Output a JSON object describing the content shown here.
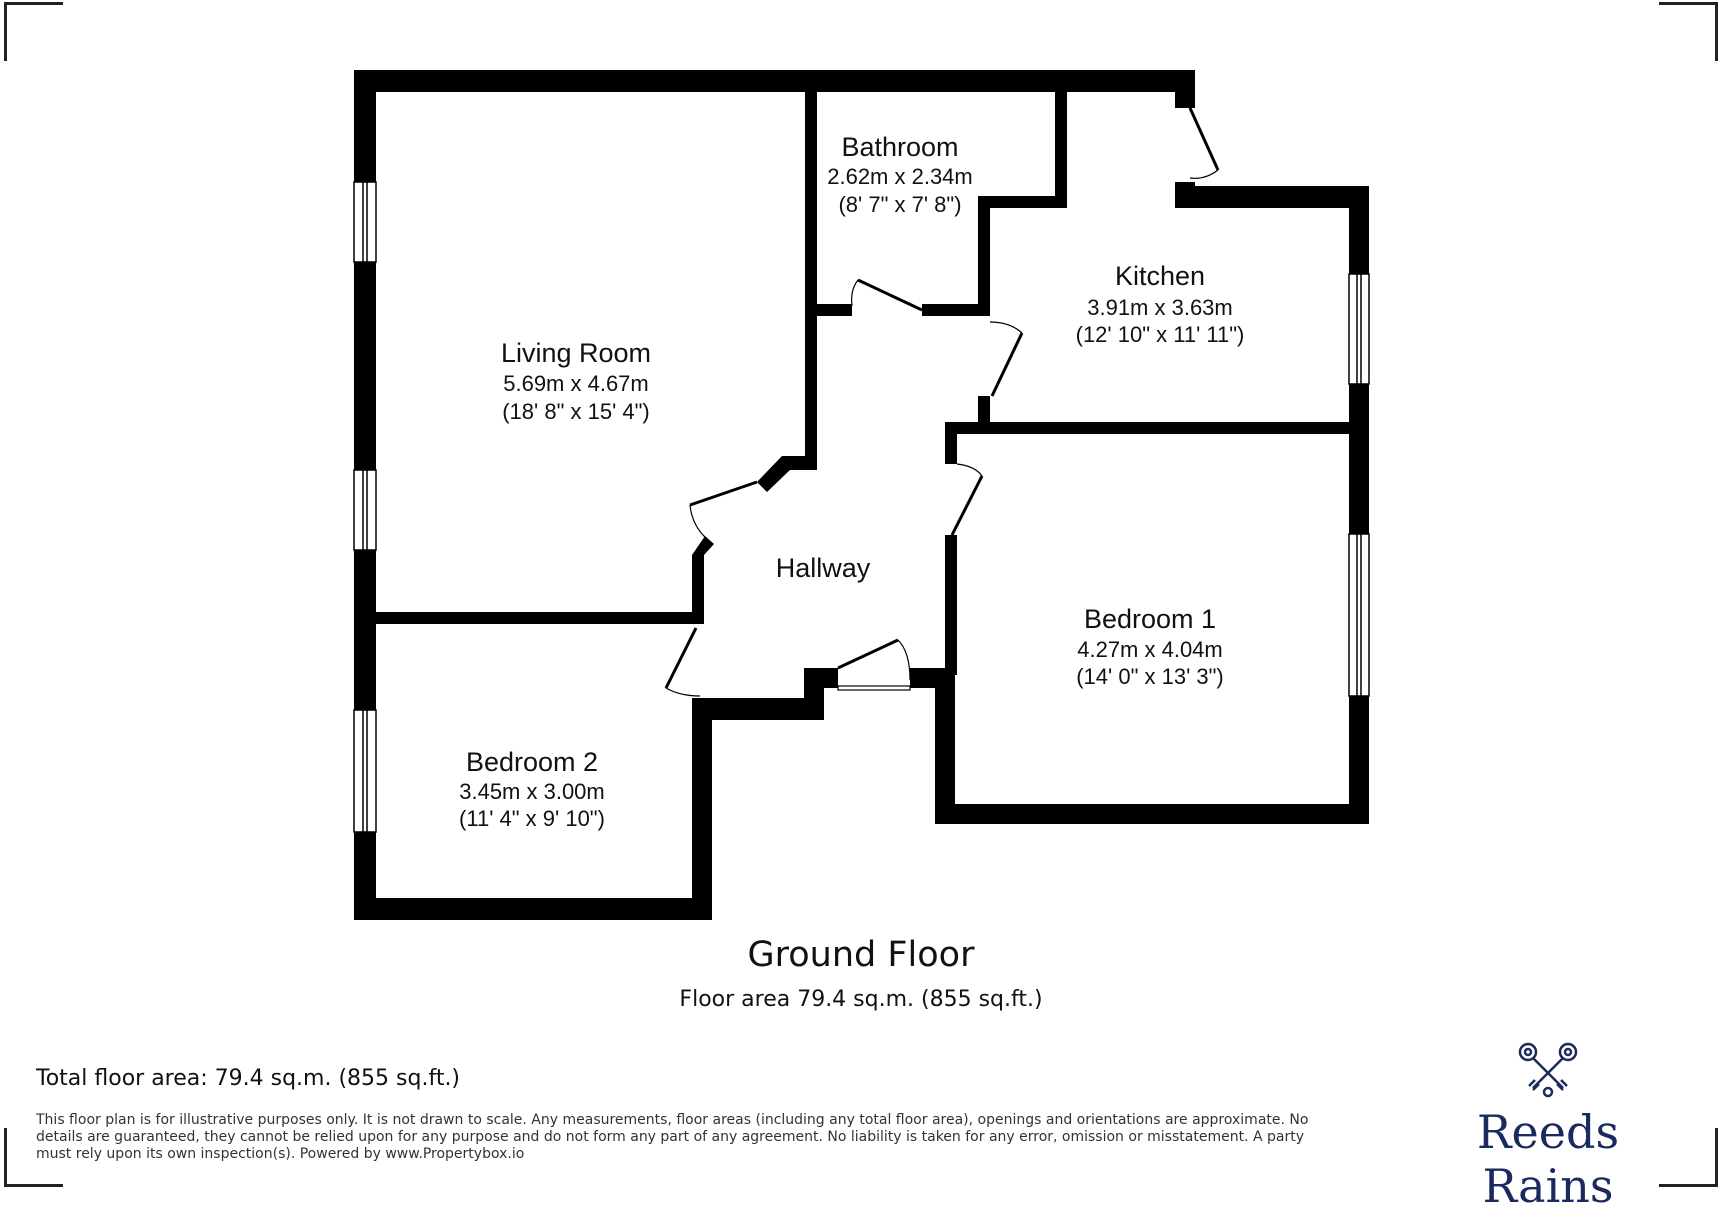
{
  "rooms": {
    "living_room": {
      "name": "Living Room",
      "metric": "5.69m x 4.67m",
      "imperial": "(18' 8\" x 15' 4\")"
    },
    "bathroom": {
      "name": "Bathroom",
      "metric": "2.62m x 2.34m",
      "imperial": "(8' 7\" x 7' 8\")"
    },
    "kitchen": {
      "name": "Kitchen",
      "metric": "3.91m x 3.63m",
      "imperial": "(12' 10\" x 11' 11\")"
    },
    "hallway": {
      "name": "Hallway"
    },
    "bedroom_1": {
      "name": "Bedroom 1",
      "metric": "4.27m x 4.04m",
      "imperial": "(14' 0\" x 13' 3\")"
    },
    "bedroom_2": {
      "name": "Bedroom 2",
      "metric": "3.45m x 3.00m",
      "imperial": "(11' 4\" x 9' 10\")"
    }
  },
  "floor": {
    "title": "Ground Floor",
    "area": "Floor area 79.4 sq.m. (855 sq.ft.)"
  },
  "footer": {
    "total_area": "Total floor area: 79.4 sq.m. (855 sq.ft.)",
    "disclaimer": "This floor plan is for illustrative purposes only. It is not drawn to scale. Any measurements, floor areas (including any total floor area), openings and orientations are approximate. No details are guaranteed, they cannot be relied upon for any purpose and do not form any part of any agreement. No liability is taken for any error, omission or misstatement. A party must rely upon its own inspection(s). Powered by www.Propertybox.io"
  },
  "logo": {
    "text": "Reeds Rains",
    "icon": "crossed-keys-icon",
    "color": "#1b2a5e"
  },
  "colors": {
    "wall": "#000000",
    "window": "#ffffff"
  }
}
